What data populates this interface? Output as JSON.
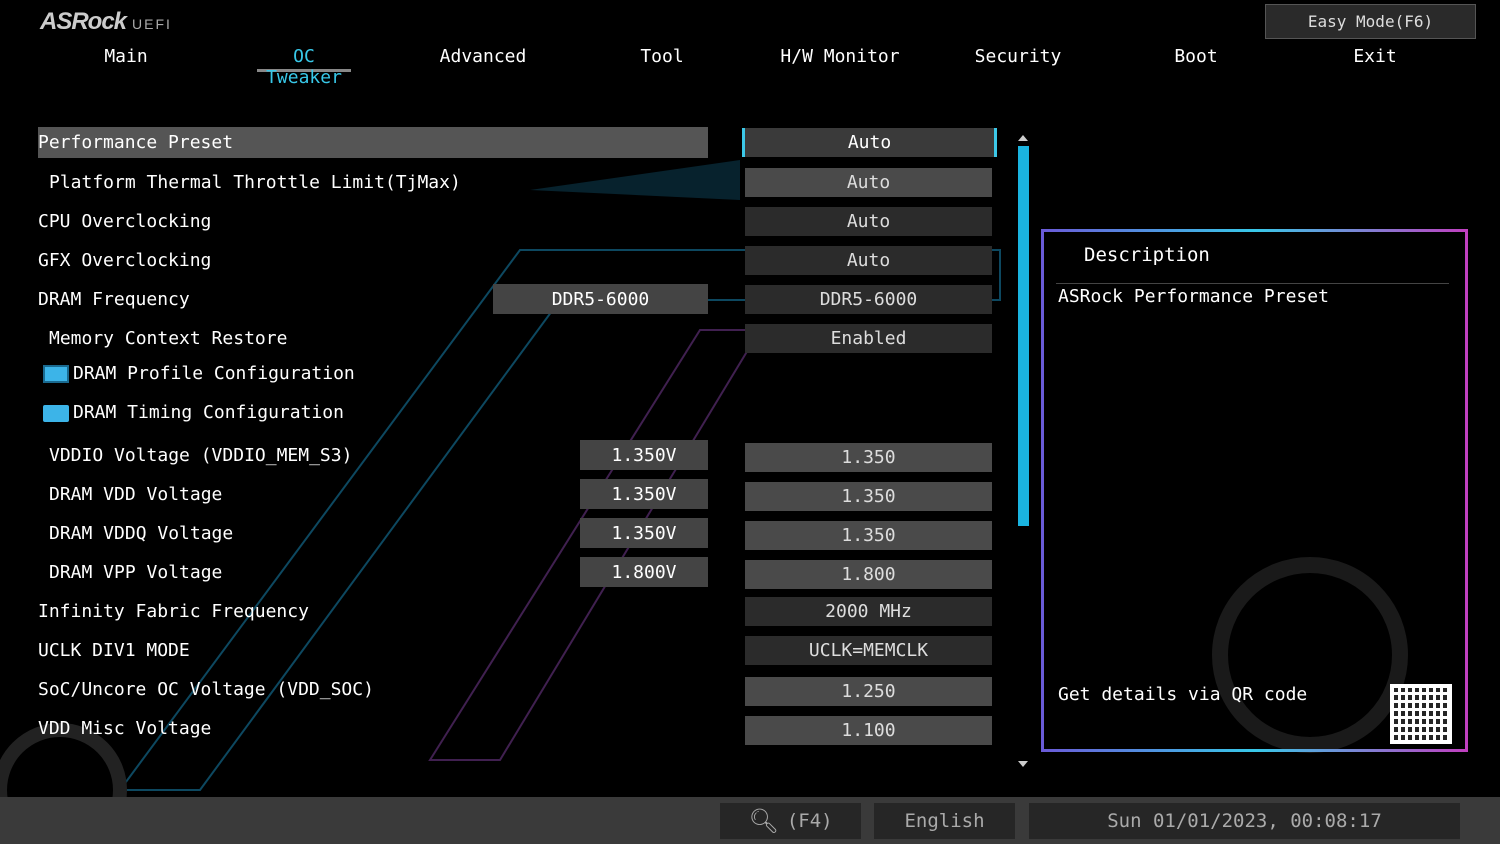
{
  "header": {
    "brand": "ASRock",
    "brand_sub": "UEFI",
    "easy_mode": "Easy Mode(F6)"
  },
  "tabs": [
    "Main",
    "OC Tweaker",
    "Advanced",
    "Tool",
    "H/W Monitor",
    "Security",
    "Boot",
    "Exit"
  ],
  "rows": [
    {
      "label": "Performance Preset",
      "value": "Auto"
    },
    {
      "label": "Platform Thermal Throttle Limit(TjMax)",
      "value": "Auto"
    },
    {
      "label": "CPU Overclocking",
      "value": "Auto"
    },
    {
      "label": "GFX Overclocking",
      "value": "Auto"
    },
    {
      "label": "DRAM Frequency",
      "current": "DDR5-6000",
      "value": "DDR5-6000"
    },
    {
      "label": "Memory Context Restore",
      "value": "Enabled"
    },
    {
      "label": "DRAM Profile Configuration"
    },
    {
      "label": "DRAM Timing Configuration"
    },
    {
      "label": "VDDIO Voltage (VDDIO_MEM_S3)",
      "current": "1.350V",
      "value": "1.350"
    },
    {
      "label": "DRAM VDD Voltage",
      "current": "1.350V",
      "value": "1.350"
    },
    {
      "label": "DRAM VDDQ Voltage",
      "current": "1.350V",
      "value": "1.350"
    },
    {
      "label": "DRAM VPP Voltage",
      "current": "1.800V",
      "value": "1.800"
    },
    {
      "label": "Infinity Fabric Frequency",
      "value": "2000 MHz"
    },
    {
      "label": "UCLK DIV1 MODE",
      "value": "UCLK=MEMCLK"
    },
    {
      "label": "SoC/Uncore OC Voltage (VDD_SOC)",
      "value": "1.250"
    },
    {
      "label": "VDD Misc Voltage",
      "value": "1.100"
    }
  ],
  "description": {
    "title": "Description",
    "text": "ASRock Performance Preset",
    "qr_text": "Get details via QR code"
  },
  "footer": {
    "search": "(F4)",
    "language": "English",
    "datetime": "Sun 01/01/2023, 00:08:17"
  }
}
